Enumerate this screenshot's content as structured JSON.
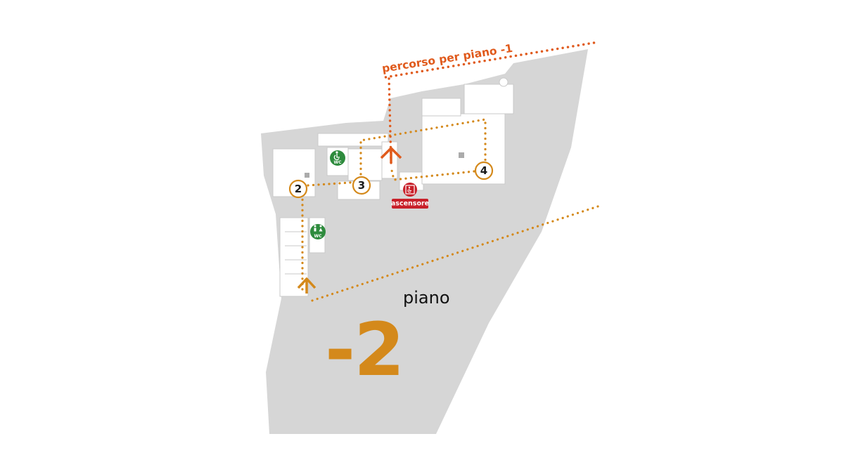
{
  "route_label": "percorso per piano -1",
  "floor": {
    "word": "piano",
    "number": "-2"
  },
  "markers": [
    {
      "id": "2",
      "label": "2"
    },
    {
      "id": "3",
      "label": "3"
    },
    {
      "id": "4",
      "label": "4"
    }
  ],
  "facilities": {
    "wc_accessible": {
      "label": "WC",
      "icon": "wheelchair-icon"
    },
    "wc_restrooms": {
      "label": "WC",
      "icon": "restroom-icon"
    },
    "elevator": {
      "label": "ascensore",
      "icon": "elevator-wheelchair-icon"
    }
  },
  "colors": {
    "floor": "#d6d6d6",
    "route_main": "#d4891b",
    "route_upper": "#e05a1c",
    "wc": "#2e8b3d",
    "elevator": "#c8202a"
  }
}
